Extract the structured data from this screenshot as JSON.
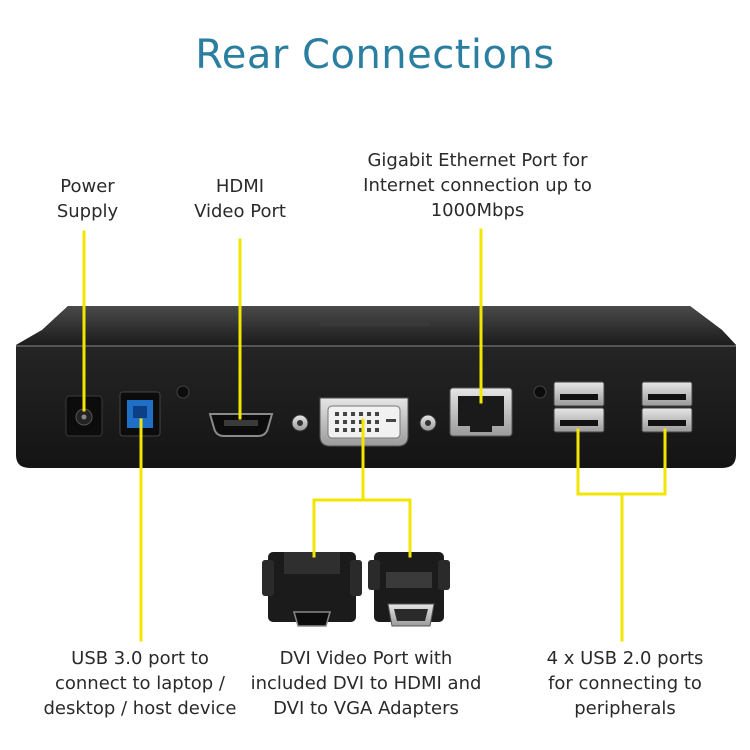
{
  "title": "Rear Connections",
  "callouts": {
    "power_supply": [
      "Power",
      "Supply"
    ],
    "hdmi": [
      "HDMI",
      "Video Port"
    ],
    "ethernet": [
      "Gigabit Ethernet Port for",
      "Internet connection up to",
      "1000Mbps"
    ],
    "usb3": [
      "USB 3.0 port to",
      "connect to laptop /",
      "desktop / host device"
    ],
    "dvi": [
      "DVI Video Port with",
      "included DVI to HDMI and",
      "DVI to VGA Adapters"
    ],
    "usb2": [
      "4 x USB 2.0 ports",
      "for connecting to",
      "peripherals"
    ]
  },
  "colors": {
    "title": "#2a7ea0",
    "leader_line": "#f2e600",
    "device_body": "#1f1f1f"
  },
  "icons": [
    "power-jack-icon",
    "usb-b-port-icon",
    "hdmi-port-icon",
    "dvi-port-icon",
    "ethernet-port-icon",
    "usb-a-port-icon"
  ]
}
